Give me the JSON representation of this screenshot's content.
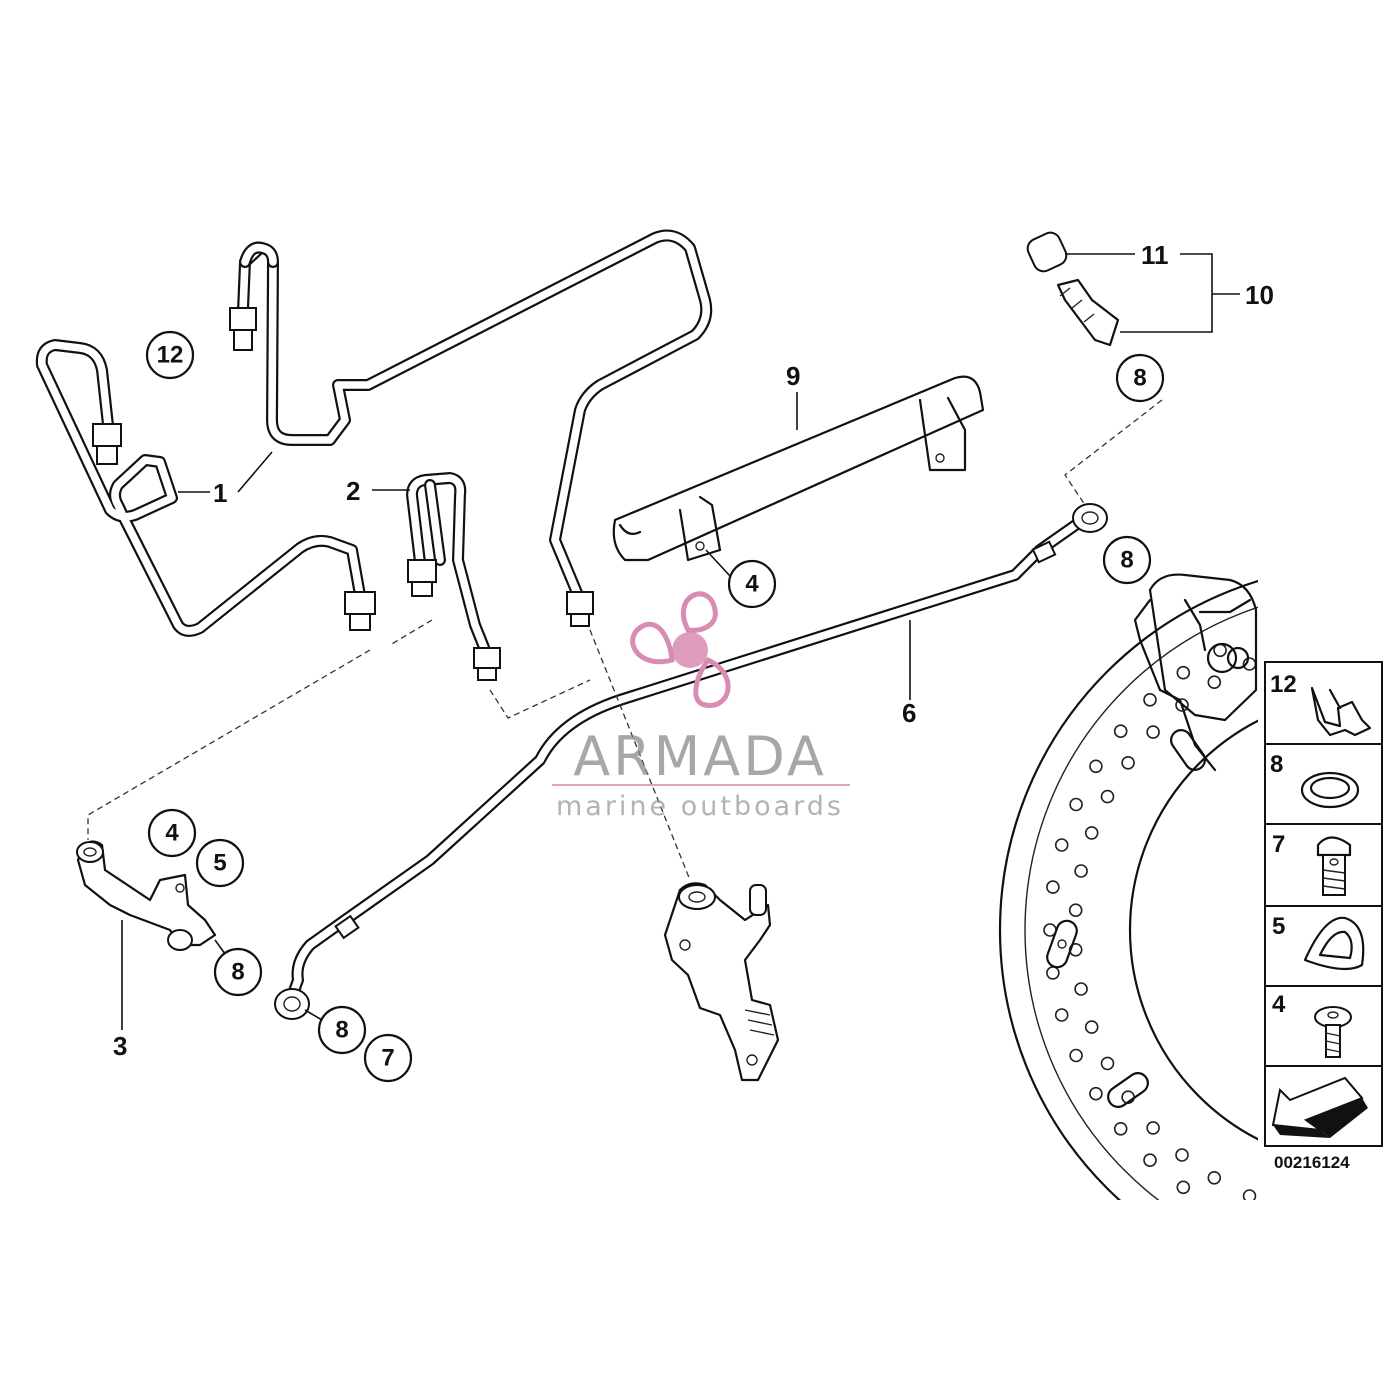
{
  "diagram": {
    "callouts": {
      "c1": "1",
      "c2": "2",
      "c3": "3",
      "c6": "6",
      "c9": "9",
      "c10": "10",
      "c11": "11"
    },
    "circled": {
      "c12": "12",
      "c8_top": "8",
      "c8_right": "8",
      "c4_bracket": "4",
      "c4_left": "4",
      "c5_left": "5",
      "c8_left": "8",
      "c8_bottom": "8",
      "c7_bottom": "7"
    },
    "legend": {
      "items": [
        {
          "label": "12",
          "icon": "clip-icon"
        },
        {
          "label": "8",
          "icon": "sealing-ring-icon"
        },
        {
          "label": "7",
          "icon": "banjo-bolt-icon"
        },
        {
          "label": "5",
          "icon": "teardrop-washer-icon"
        },
        {
          "label": "4",
          "icon": "screw-icon"
        }
      ],
      "arrow_icon": "direction-arrow-icon"
    },
    "diagram_code": "00216124"
  },
  "watermark": {
    "brand": "ARMADA",
    "tagline": "marine outboards",
    "logo_icon": "propeller-logo-icon",
    "color": "#d98cb3"
  }
}
